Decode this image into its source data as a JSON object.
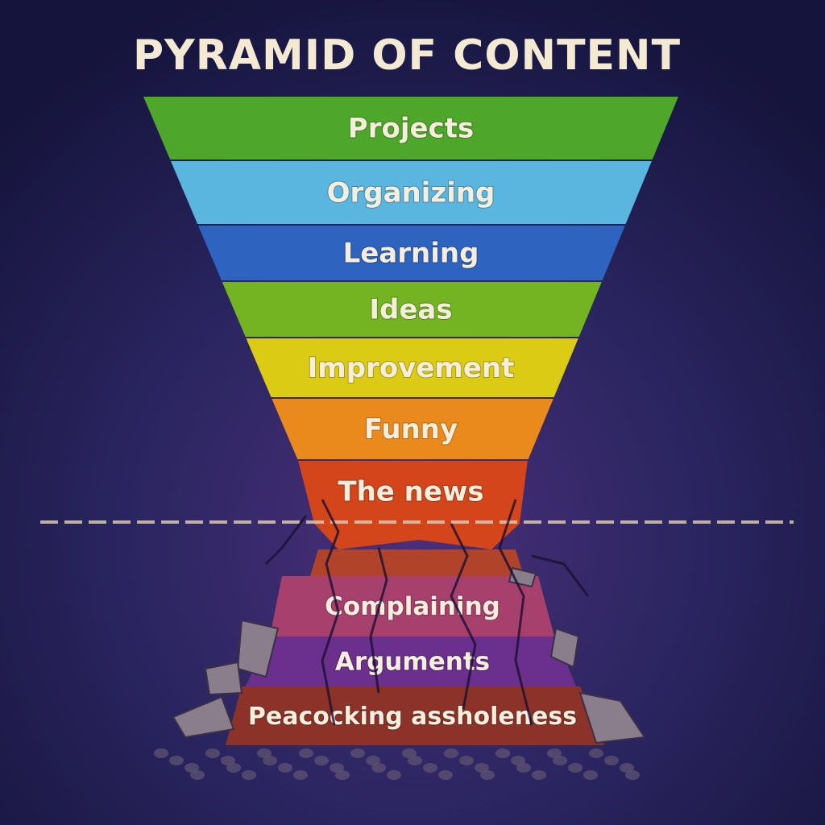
{
  "title": "PYRAMID OF CONTENT",
  "upper_tiers": [
    {
      "label": "Projects",
      "color": "#4ea62a"
    },
    {
      "label": "Organizing",
      "color": "#5bb6df"
    },
    {
      "label": "Learning",
      "color": "#2f63c0"
    },
    {
      "label": "Ideas",
      "color": "#74b423"
    },
    {
      "label": "Improvement",
      "color": "#dccb14"
    },
    {
      "label": "Funny",
      "color": "#eb8a1c"
    },
    {
      "label": "The news",
      "color": "#d4451c"
    }
  ],
  "lower_tiers": [
    {
      "label": "Complaining",
      "color": "#a8406e"
    },
    {
      "label": "Arguments",
      "color": "#6b2f8e"
    },
    {
      "label": "Peacocking assholeness",
      "color": "#8c3228"
    }
  ],
  "colors": {
    "background": "#1c1a4a",
    "divider": "#d9c9b0",
    "rubble": "#8a7d8c"
  }
}
